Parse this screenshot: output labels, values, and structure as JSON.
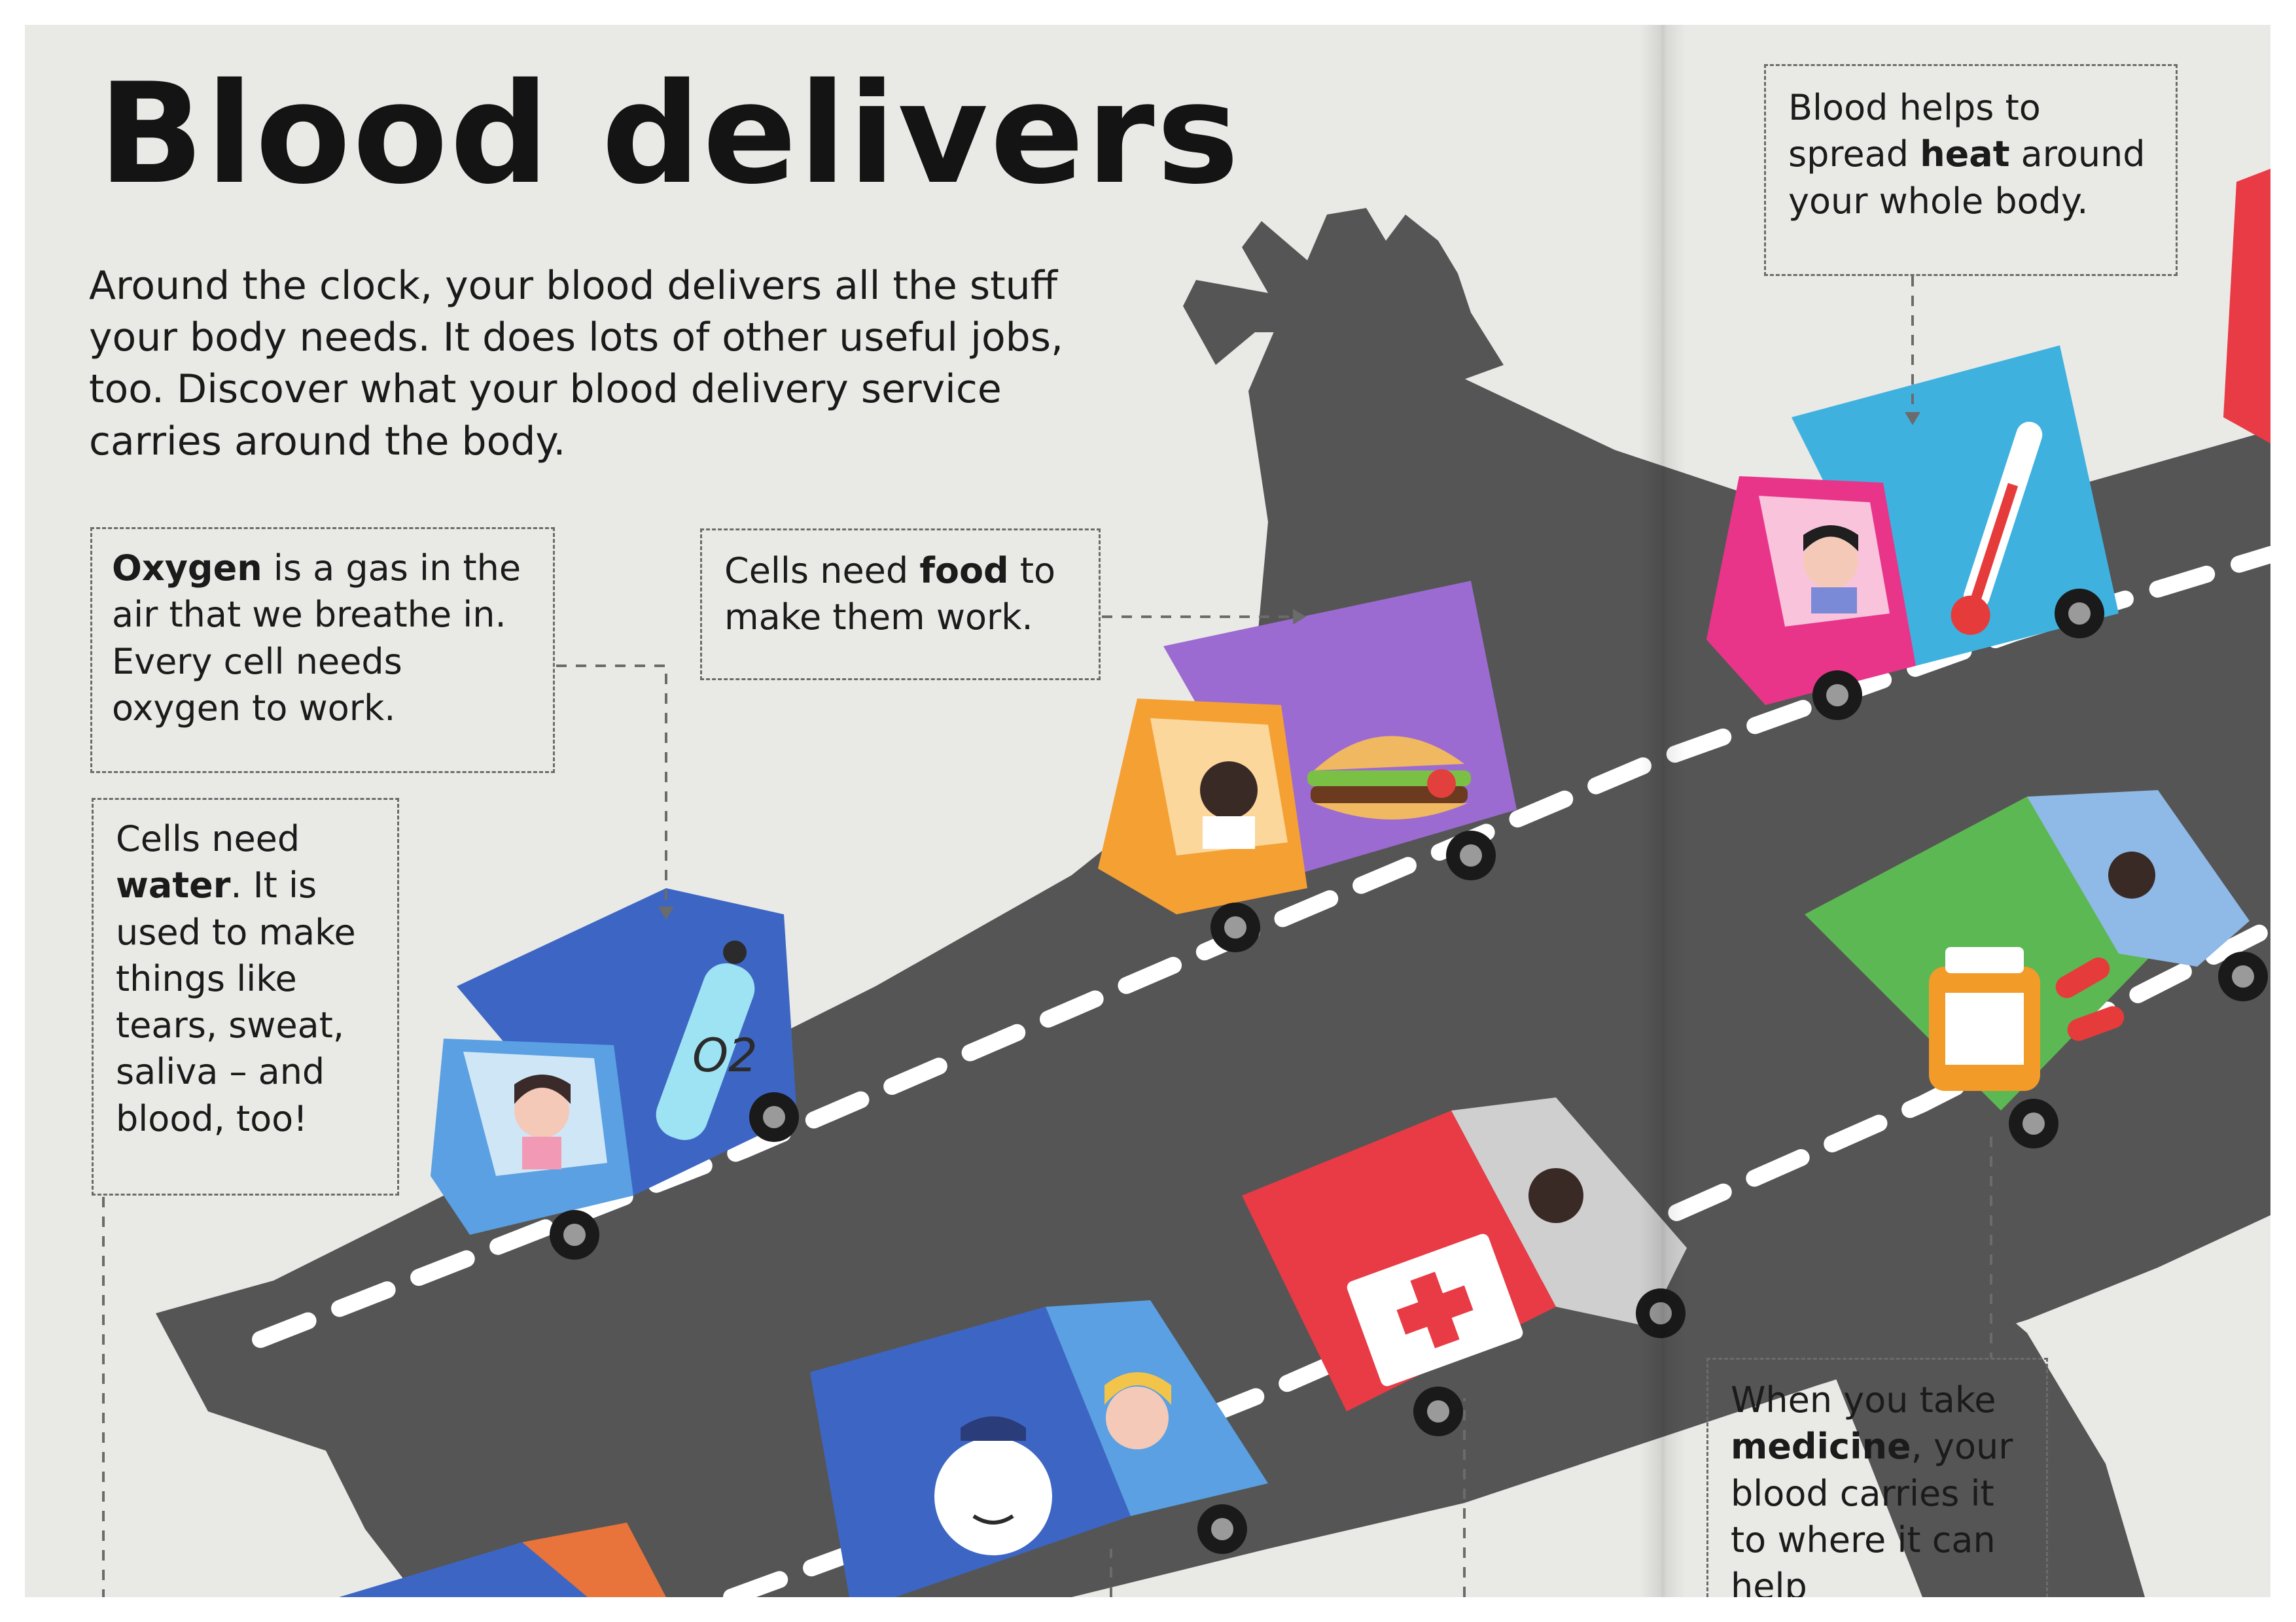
{
  "title": "Blood delivers",
  "intro": "Around the clock, your blood delivers all the stuff your body needs. It does lots of other useful jobs, too. Discover what your blood delivery service carries around the body.",
  "callouts": {
    "oxygen": {
      "bold": "Oxygen",
      "text": " is a gas in the air that we breathe in. Every cell needs oxygen to work."
    },
    "food": {
      "pre": "Cells need ",
      "bold": "food",
      "post": " to make them work."
    },
    "water": {
      "pre": "Cells need ",
      "bold": "water",
      "post": ". It is used to make things like tears, sweat, saliva – and blood, too!"
    },
    "heat": {
      "pre": "Blood helps to spread ",
      "bold": "heat",
      "post": " around your whole body."
    },
    "medicine": {
      "pre": "When you take ",
      "bold": "medicine",
      "post": ", your blood carries it to where it can help"
    }
  },
  "oxygen_symbol": "O2",
  "colors": {
    "page": "#e9e9e6",
    "road": "#505050",
    "road_marking": "#ffffff",
    "truck_blue": "#3d66c4",
    "truck_purple": "#9b6bd2",
    "truck_orange": "#f5a033",
    "truck_cyan": "#3fb1de",
    "truck_pink": "#e8358a",
    "truck_green": "#5cb852",
    "truck_red": "#e83b45"
  },
  "icons": [
    "oxygen-tank-icon",
    "burger-icon",
    "thermometer-icon",
    "medicine-icon",
    "first-aid-kit-icon",
    "white-blood-cell-icon"
  ]
}
